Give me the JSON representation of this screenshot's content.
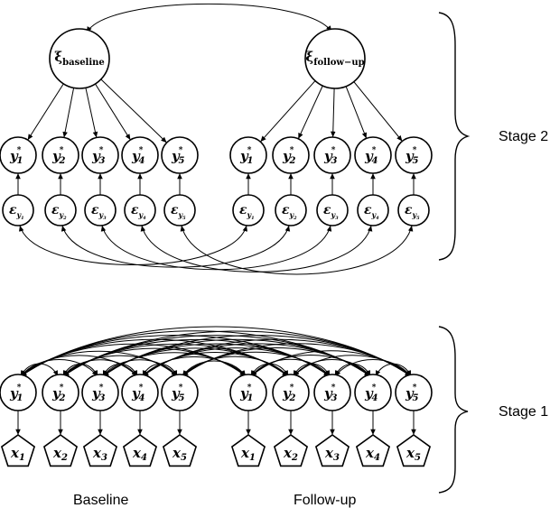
{
  "stage2": {
    "label": "Stage 2",
    "latent": {
      "base": "ξ",
      "baseline_sub": "baseline",
      "followup_sub": "follow−up"
    },
    "y_star": [
      "y",
      "y",
      "y",
      "y",
      "y"
    ],
    "y_subs": [
      "1",
      "2",
      "3",
      "4",
      "5"
    ],
    "star": "*",
    "error_symbol": "ε",
    "error_sub_letter": "y"
  },
  "stage1": {
    "label": "Stage 1",
    "x_symbol": "x",
    "x_subs": [
      "1",
      "2",
      "3",
      "4",
      "5"
    ]
  },
  "groups": {
    "baseline": "Baseline",
    "followup": "Follow-up"
  }
}
